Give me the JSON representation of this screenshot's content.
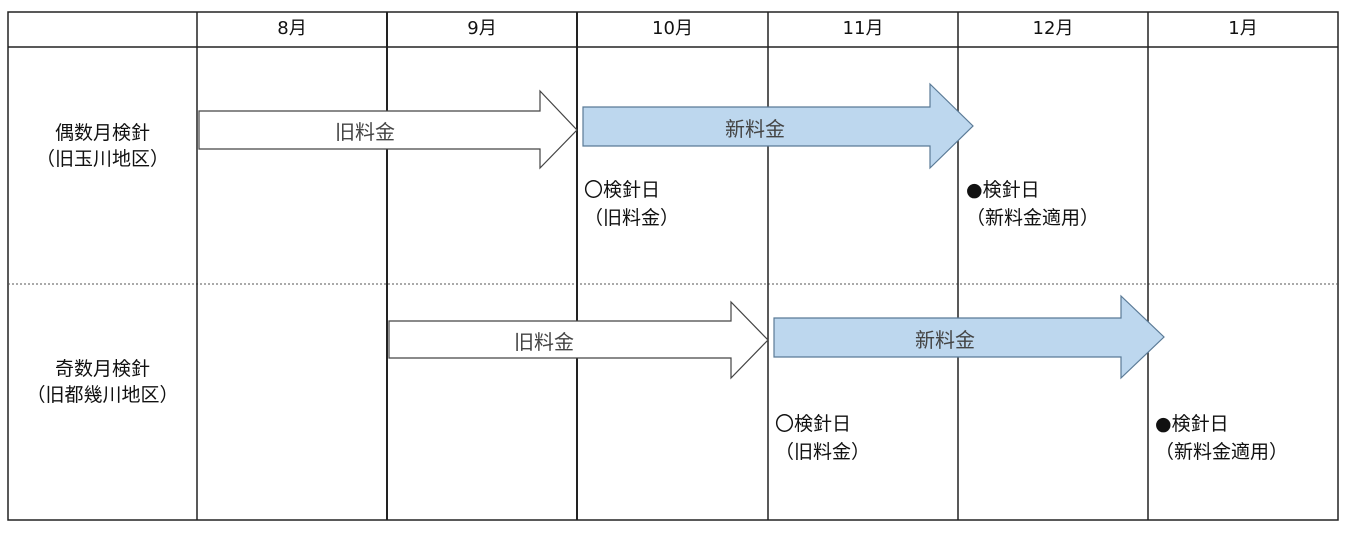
{
  "months": [
    "8月",
    "9月",
    "10月",
    "11月",
    "12月",
    "1月"
  ],
  "rows": [
    {
      "label": "偶数月検針",
      "sublabel": "（旧玉川地区）",
      "old_fee": "旧料金",
      "new_fee": "新料金",
      "old_check": {
        "mark": "〇検針日",
        "note": "（旧料金）"
      },
      "new_check": {
        "mark": "●検針日",
        "note": "（新料金適用）"
      }
    },
    {
      "label": "奇数月検針",
      "sublabel": "（旧都幾川地区）",
      "old_fee": "旧料金",
      "new_fee": "新料金",
      "old_check": {
        "mark": "〇検針日",
        "note": "（旧料金）"
      },
      "new_check": {
        "mark": "●検針日",
        "note": "（新料金適用）"
      }
    }
  ],
  "colors": {
    "new_fee_fill": "#bdd7ee",
    "old_fee_fill": "#ffffff",
    "border": "#222222"
  }
}
